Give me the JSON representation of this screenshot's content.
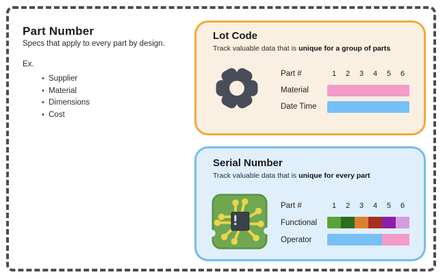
{
  "left_panel": {
    "title": "Part Number",
    "subtitle": "Specs that apply to every part by design.",
    "examples_label": "Ex.",
    "examples": [
      "Supplier",
      "Material",
      "Dimensions",
      "Cost"
    ]
  },
  "lot_box": {
    "title": "Lot Code",
    "subtitle_prefix": "Track valuable data that is ",
    "subtitle_bold": "unique for a group of parts",
    "icon": "gear-icon",
    "colors": {
      "border": "#f5a83b",
      "background": "#faf0e2"
    },
    "table": {
      "part_label": "Part #",
      "columns": [
        "1",
        "2",
        "3",
        "4",
        "5",
        "6"
      ],
      "rows": [
        {
          "label": "Material",
          "segments": [
            {
              "color": "#f49bc8",
              "span": 6
            }
          ]
        },
        {
          "label": "Date Time",
          "segments": [
            {
              "color": "#77c0f5",
              "span": 6
            }
          ]
        }
      ]
    }
  },
  "serial_box": {
    "title": "Serial Number",
    "subtitle_prefix": "Track valuable data that is ",
    "subtitle_bold": "unique for every part",
    "icon": "circuit-chip-icon",
    "colors": {
      "border": "#74bcf0",
      "background": "#e0effc"
    },
    "table": {
      "part_label": "Part #",
      "columns": [
        "1",
        "2",
        "3",
        "4",
        "5",
        "6"
      ],
      "rows": [
        {
          "label": "Functional",
          "segments": [
            {
              "color": "#57a437",
              "span": 1
            },
            {
              "color": "#2f6b22",
              "span": 1
            },
            {
              "color": "#dd7f30",
              "span": 1
            },
            {
              "color": "#a6301f",
              "span": 1
            },
            {
              "color": "#8c1fa8",
              "span": 1
            },
            {
              "color": "#d79adf",
              "span": 1
            }
          ]
        },
        {
          "label": "Operator",
          "segments": [
            {
              "color": "#77c0f5",
              "span": 4
            },
            {
              "color": "#f49bc8",
              "span": 2
            }
          ]
        }
      ]
    }
  },
  "colors": {
    "frame_dash": "#4d4d4d",
    "gear": "#474e59",
    "chip_board": "#6fa851",
    "chip_trace": "#ecd44e"
  }
}
